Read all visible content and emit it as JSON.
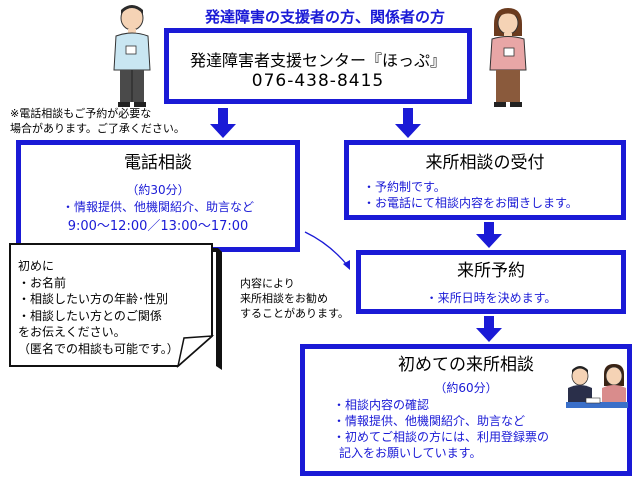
{
  "header": {
    "title": "発達障害の支援者の方、関係者の方"
  },
  "center": {
    "name": "発達障害者支援センター『ほっぷ』",
    "phone": "076-438-8415"
  },
  "phone_note": {
    "line1": "※電話相談もご予約が必要な",
    "line2": "場合があります。ご了承ください。"
  },
  "phone_consult": {
    "title": "電話相談",
    "duration": "（約30分）",
    "line1": "・情報提供、他機関紹介、助言など",
    "hours": "9:00～12:00／13:00～17:00"
  },
  "visit_reception": {
    "title": "来所相談の受付",
    "line1": "・予約制です。",
    "line2": "・お電話にて相談内容をお聞きします。"
  },
  "memo": {
    "line1": "初めに",
    "line2": "・お名前",
    "line3": "・相談したい方の年齢･性別",
    "line4": "・相談したい方とのご関係",
    "line5": "をお伝えください。",
    "line6": "（匿名での相談も可能です。）"
  },
  "side_note": {
    "line1": "内容により",
    "line2": "来所相談をお勧め",
    "line3": "することがあります。"
  },
  "visit_reservation": {
    "title": "来所予約",
    "line1": "・来所日時を決めます。"
  },
  "first_visit": {
    "title": "初めての来所相談",
    "duration": "（約60分）",
    "line1": "・相談内容の確認",
    "line2": "・情報提供、他機関紹介、助言など",
    "line3": "・初めてご相談の方には、利用登録票の",
    "line4": "記入をお願いしています。"
  },
  "colors": {
    "frame": "#1a1ad6",
    "arrow": "#1a1ad6",
    "text_accent": "#1a1ad6"
  },
  "icons": [
    "man-supporter-icon",
    "woman-supporter-icon",
    "consultation-meeting-icon"
  ]
}
